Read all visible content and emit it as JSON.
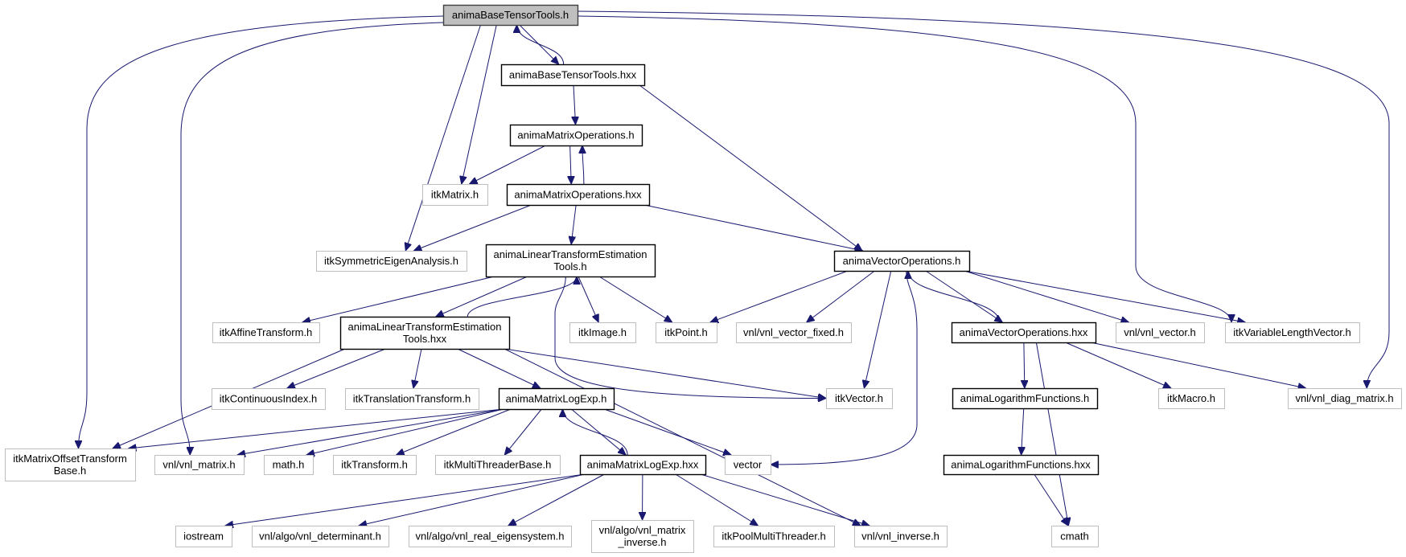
{
  "graph": {
    "title": "animaBaseTensorTools.h include dependency graph",
    "colors": {
      "edge": "#191970",
      "documented_border": "#000000",
      "external_border": "#bfbfbf",
      "current_fill": "#bfbfbf"
    },
    "nodes": [
      {
        "id": "base_h",
        "label": [
          "animaBaseTensorTools.h"
        ],
        "kind": "current"
      },
      {
        "id": "base_hxx",
        "label": [
          "animaBaseTensorTools.hxx"
        ],
        "kind": "documented"
      },
      {
        "id": "matops_h",
        "label": [
          "animaMatrixOperations.h"
        ],
        "kind": "documented"
      },
      {
        "id": "itkMatrix",
        "label": [
          "itkMatrix.h"
        ],
        "kind": "external"
      },
      {
        "id": "matops_hxx",
        "label": [
          "animaMatrixOperations.hxx"
        ],
        "kind": "documented"
      },
      {
        "id": "symeig",
        "label": [
          "itkSymmetricEigenAnalysis.h"
        ],
        "kind": "external"
      },
      {
        "id": "ltet_h",
        "label": [
          "animaLinearTransformEstimation",
          "Tools.h"
        ],
        "kind": "documented"
      },
      {
        "id": "vecops_h",
        "label": [
          "animaVectorOperations.h"
        ],
        "kind": "documented"
      },
      {
        "id": "affine",
        "label": [
          "itkAffineTransform.h"
        ],
        "kind": "external"
      },
      {
        "id": "ltet_hxx",
        "label": [
          "animaLinearTransformEstimation",
          "Tools.hxx"
        ],
        "kind": "documented"
      },
      {
        "id": "itkImage",
        "label": [
          "itkImage.h"
        ],
        "kind": "external"
      },
      {
        "id": "itkPoint",
        "label": [
          "itkPoint.h"
        ],
        "kind": "external"
      },
      {
        "id": "vvfixed",
        "label": [
          "vnl/vnl_vector_fixed.h"
        ],
        "kind": "external"
      },
      {
        "id": "vecops_hxx",
        "label": [
          "animaVectorOperations.hxx"
        ],
        "kind": "documented"
      },
      {
        "id": "vnl_vector",
        "label": [
          "vnl/vnl_vector.h"
        ],
        "kind": "external"
      },
      {
        "id": "varlen",
        "label": [
          "itkVariableLengthVector.h"
        ],
        "kind": "external"
      },
      {
        "id": "contidx",
        "label": [
          "itkContinuousIndex.h"
        ],
        "kind": "external"
      },
      {
        "id": "transl",
        "label": [
          "itkTranslationTransform.h"
        ],
        "kind": "external"
      },
      {
        "id": "mle_h",
        "label": [
          "animaMatrixLogExp.h"
        ],
        "kind": "documented"
      },
      {
        "id": "itkVector",
        "label": [
          "itkVector.h"
        ],
        "kind": "external"
      },
      {
        "id": "logf_h",
        "label": [
          "animaLogarithmFunctions.h"
        ],
        "kind": "documented"
      },
      {
        "id": "itkMacro",
        "label": [
          "itkMacro.h"
        ],
        "kind": "external"
      },
      {
        "id": "diag",
        "label": [
          "vnl/vnl_diag_matrix.h"
        ],
        "kind": "external"
      },
      {
        "id": "mot",
        "label": [
          "itkMatrixOffsetTransform",
          "Base.h"
        ],
        "kind": "external"
      },
      {
        "id": "vnl_matrix",
        "label": [
          "vnl/vnl_matrix.h"
        ],
        "kind": "external"
      },
      {
        "id": "math",
        "label": [
          "math.h"
        ],
        "kind": "external"
      },
      {
        "id": "itkTransform",
        "label": [
          "itkTransform.h"
        ],
        "kind": "external"
      },
      {
        "id": "mtb",
        "label": [
          "itkMultiThreaderBase.h"
        ],
        "kind": "external"
      },
      {
        "id": "mle_hxx",
        "label": [
          "animaMatrixLogExp.hxx"
        ],
        "kind": "documented"
      },
      {
        "id": "vector",
        "label": [
          "vector"
        ],
        "kind": "external"
      },
      {
        "id": "logf_hxx",
        "label": [
          "animaLogarithmFunctions.hxx"
        ],
        "kind": "documented"
      },
      {
        "id": "iostream",
        "label": [
          "iostream"
        ],
        "kind": "external"
      },
      {
        "id": "det",
        "label": [
          "vnl/algo/vnl_determinant.h"
        ],
        "kind": "external"
      },
      {
        "id": "realeig",
        "label": [
          "vnl/algo/vnl_real_eigensystem.h"
        ],
        "kind": "external"
      },
      {
        "id": "matinv",
        "label": [
          "vnl/algo/vnl_matrix",
          "_inverse.h"
        ],
        "kind": "external"
      },
      {
        "id": "pool",
        "label": [
          "itkPoolMultiThreader.h"
        ],
        "kind": "external"
      },
      {
        "id": "vnl_inverse",
        "label": [
          "vnl/vnl_inverse.h"
        ],
        "kind": "external"
      },
      {
        "id": "cmath",
        "label": [
          "cmath"
        ],
        "kind": "external"
      }
    ],
    "edges": [
      [
        "base_h",
        "base_hxx"
      ],
      [
        "base_h",
        "itkMatrix"
      ],
      [
        "base_h",
        "symeig"
      ],
      [
        "base_h",
        "vnl_matrix"
      ],
      [
        "base_h",
        "mot"
      ],
      [
        "base_h",
        "varlen"
      ],
      [
        "base_h",
        "diag"
      ],
      [
        "base_hxx",
        "base_h"
      ],
      [
        "base_hxx",
        "matops_h"
      ],
      [
        "base_hxx",
        "vecops_h"
      ],
      [
        "matops_h",
        "itkMatrix"
      ],
      [
        "matops_h",
        "matops_hxx"
      ],
      [
        "matops_hxx",
        "matops_h"
      ],
      [
        "matops_hxx",
        "symeig"
      ],
      [
        "matops_hxx",
        "ltet_h"
      ],
      [
        "matops_hxx",
        "vecops_h"
      ],
      [
        "ltet_h",
        "affine"
      ],
      [
        "ltet_h",
        "ltet_hxx"
      ],
      [
        "ltet_h",
        "itkImage"
      ],
      [
        "ltet_h",
        "itkPoint"
      ],
      [
        "ltet_h",
        "itkVector"
      ],
      [
        "ltet_hxx",
        "ltet_h"
      ],
      [
        "ltet_hxx",
        "mot"
      ],
      [
        "ltet_hxx",
        "contidx"
      ],
      [
        "ltet_hxx",
        "transl"
      ],
      [
        "ltet_hxx",
        "mle_h"
      ],
      [
        "ltet_hxx",
        "itkVector"
      ],
      [
        "ltet_hxx",
        "vnl_inverse"
      ],
      [
        "vecops_h",
        "itkPoint"
      ],
      [
        "vecops_h",
        "vvfixed"
      ],
      [
        "vecops_h",
        "itkVector"
      ],
      [
        "vecops_h",
        "vector"
      ],
      [
        "vecops_h",
        "vecops_hxx"
      ],
      [
        "vecops_h",
        "vnl_vector"
      ],
      [
        "vecops_h",
        "varlen"
      ],
      [
        "vecops_hxx",
        "vecops_h"
      ],
      [
        "vecops_hxx",
        "logf_h"
      ],
      [
        "vecops_hxx",
        "cmath"
      ],
      [
        "vecops_hxx",
        "itkMacro"
      ],
      [
        "vecops_hxx",
        "diag"
      ],
      [
        "logf_h",
        "logf_hxx"
      ],
      [
        "logf_hxx",
        "cmath"
      ],
      [
        "mle_h",
        "mot"
      ],
      [
        "mle_h",
        "vnl_matrix"
      ],
      [
        "mle_h",
        "math"
      ],
      [
        "mle_h",
        "itkTransform"
      ],
      [
        "mle_h",
        "mtb"
      ],
      [
        "mle_h",
        "mle_hxx"
      ],
      [
        "mle_h",
        "vector"
      ],
      [
        "mle_hxx",
        "mle_h"
      ],
      [
        "mle_hxx",
        "iostream"
      ],
      [
        "mle_hxx",
        "det"
      ],
      [
        "mle_hxx",
        "realeig"
      ],
      [
        "mle_hxx",
        "matinv"
      ],
      [
        "mle_hxx",
        "pool"
      ],
      [
        "mle_hxx",
        "vnl_inverse"
      ]
    ]
  }
}
